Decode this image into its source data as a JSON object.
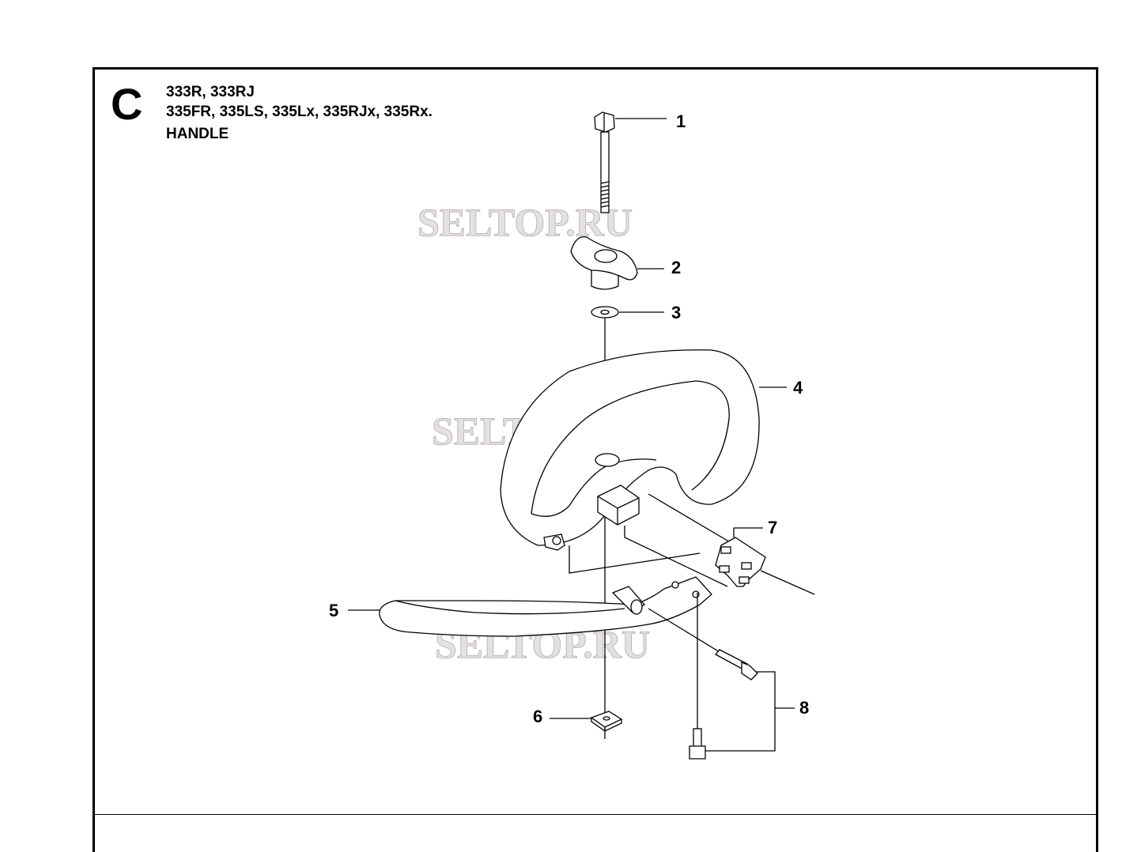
{
  "header": {
    "section": "C",
    "models_line1": "333R, 333RJ",
    "models_line2": "335FR, 335LS, 335Lx, 335RJx, 335Rx.",
    "title": "HANDLE"
  },
  "watermark": "SELTOP.RU",
  "callouts": [
    "1",
    "2",
    "3",
    "4",
    "5",
    "6",
    "7",
    "8"
  ]
}
